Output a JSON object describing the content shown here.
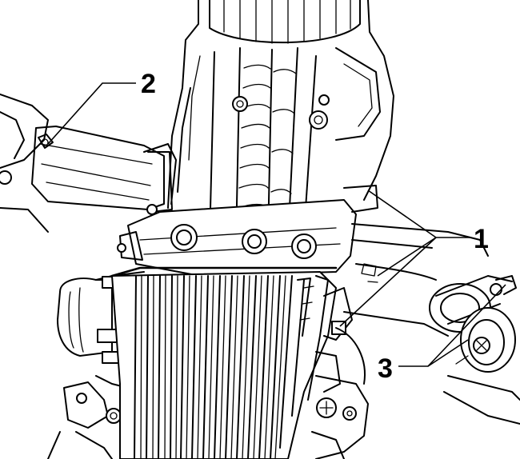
{
  "callouts": [
    {
      "id": "callout-1",
      "label": "1"
    },
    {
      "id": "callout-2",
      "label": "2"
    },
    {
      "id": "callout-3",
      "label": "3"
    }
  ]
}
